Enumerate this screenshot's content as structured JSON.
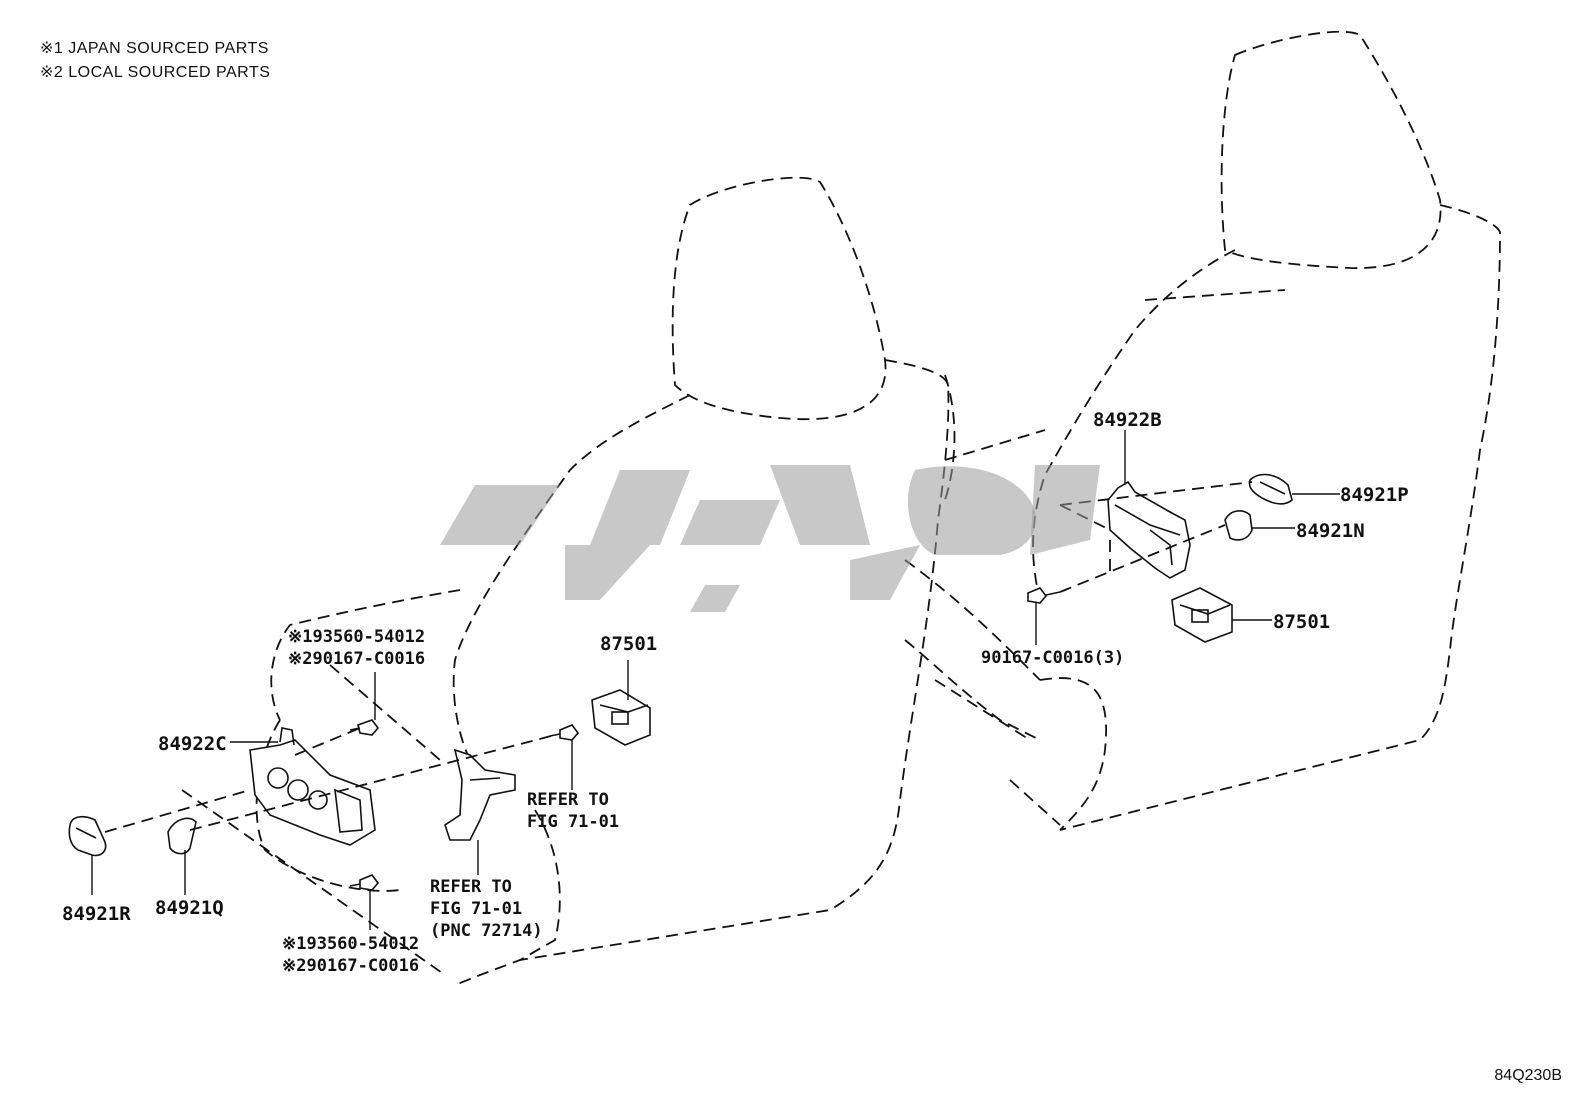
{
  "notes": {
    "line1": "※1 JAPAN SOURCED PARTS",
    "line2": "※2 LOCAL SOURCED PARTS"
  },
  "diagram_code": "84Q230B",
  "left_seat": {
    "labels": {
      "screw_top_1": "※193560-54012",
      "screw_top_2": "※290167-C0016",
      "switch_assy": "84922C",
      "connector": "87501",
      "refer_a_1": "REFER TO",
      "refer_a_2": "FIG 71-01",
      "refer_b_1": "REFER TO",
      "refer_b_2": "FIG 71-01",
      "refer_b_3": "(PNC 72714)",
      "knob_r": "84921R",
      "knob_q": "84921Q",
      "screw_bot_1": "※193560-54012",
      "screw_bot_2": "※290167-C0016"
    }
  },
  "right_seat": {
    "labels": {
      "switch_assy": "84922B",
      "knob_p": "84921P",
      "knob_n": "84921N",
      "connector": "87501",
      "screw": "90167-C0016(3)"
    }
  }
}
